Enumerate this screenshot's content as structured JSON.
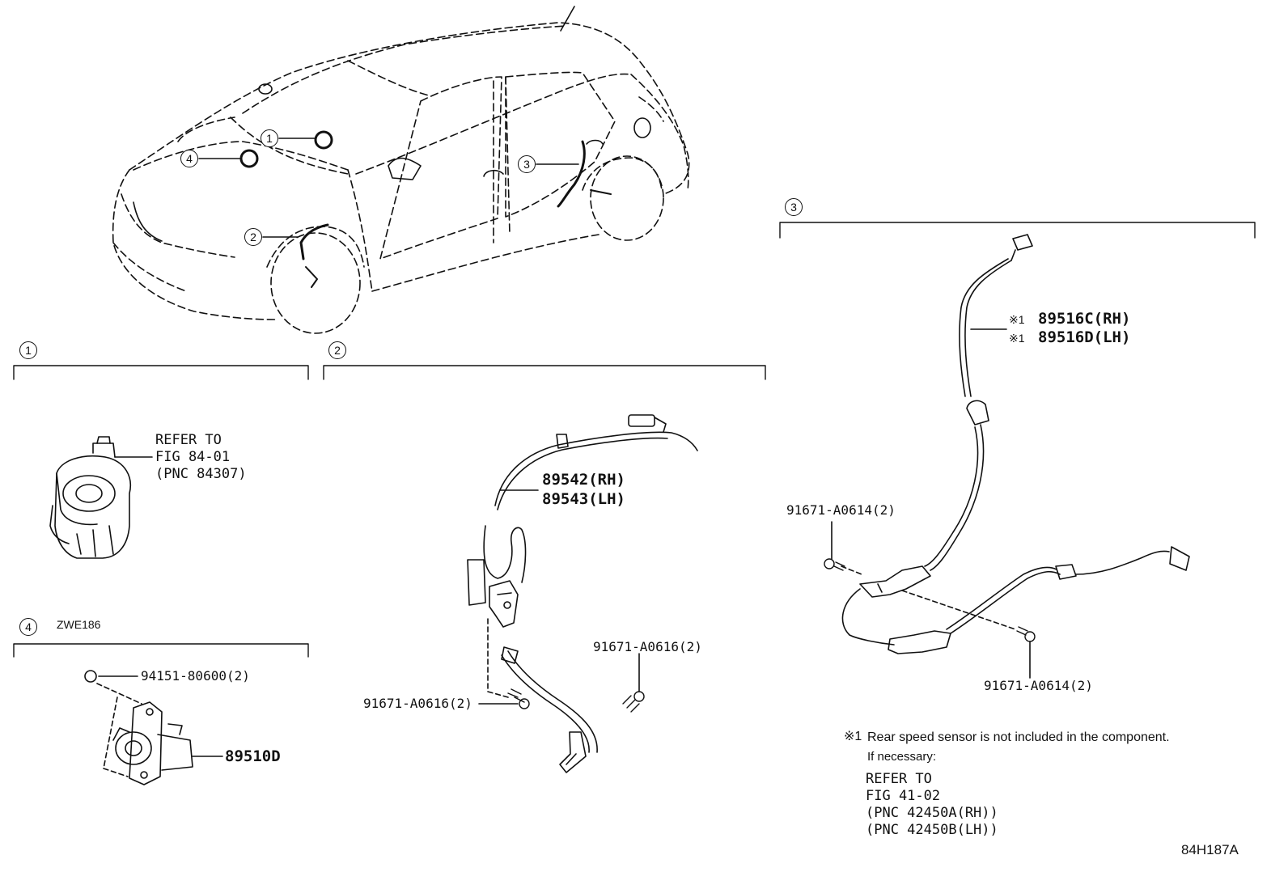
{
  "callouts": {
    "c1": "1",
    "c2": "2",
    "c3": "3",
    "c4": "4"
  },
  "sections": {
    "s1": {
      "num": "1",
      "refer": [
        "REFER TO",
        "FIG 84-01",
        "(PNC 84307)"
      ]
    },
    "s2": {
      "num": "2",
      "part_rh": "89542(RH)",
      "part_lh": "89543(LH)",
      "bolt_left": "91671-A0616(2)",
      "bolt_right": "91671-A0616(2)"
    },
    "s3": {
      "num": "3",
      "mark": "※1",
      "part_rh": "89516C(RH)",
      "part_lh": "89516D(LH)",
      "bolt_left": "91671-A0614(2)",
      "bolt_right": "91671-A0614(2)"
    },
    "s4": {
      "num": "4",
      "code": "ZWE186",
      "nut": "94151-80600(2)",
      "part": "89510D"
    }
  },
  "footnote": {
    "mark": "※1",
    "line1": "Rear speed sensor is not included in the component.",
    "line2": "If necessary:",
    "refer": [
      "REFER TO",
      "FIG 41-02",
      "(PNC 42450A(RH))",
      "(PNC 42450B(LH))"
    ]
  },
  "figure_code": "84H187A"
}
